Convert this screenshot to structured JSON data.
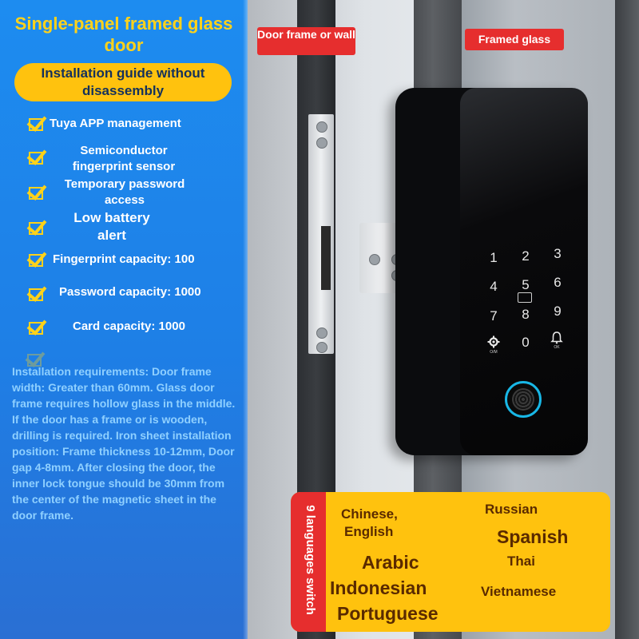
{
  "left": {
    "title": "Single-panel framed glass door",
    "guide": "Installation guide without disassembly",
    "features": [
      "Tuya APP management",
      "Semiconductor fingerprint sensor",
      "Temporary password access",
      "Low battery alert",
      "Fingerprint capacity: 100",
      "Password capacity: 1000",
      "Card capacity: 1000"
    ],
    "requirements": "Installation requirements: Door frame width: Greater than 60mm. Glass door frame requires hollow glass in the middle. If the door has a frame or is wooden, drilling is required. Iron sheet installation position: Frame thickness 10-12mm, Door gap 4-8mm. After closing the door, the inner lock tongue should be 30mm from the center of the magnetic sheet in the door frame."
  },
  "tags": {
    "door_frame": "Door frame or wall",
    "framed_glass": "Framed glass"
  },
  "keypad": {
    "keys": [
      "1",
      "2",
      "3",
      "4",
      "5",
      "6",
      "7",
      "8",
      "9",
      "0"
    ],
    "gear_icon": "gear-icon",
    "bell_icon": "bell-icon",
    "card_icon": "card-icon",
    "fingerprint_icon": "fingerprint-icon",
    "om_label": "O/M",
    "ok_label": "OK"
  },
  "languages": {
    "side_label": "9 languages switch",
    "items": [
      "Chinese,",
      "English",
      "Russian",
      "Spanish",
      "Thai",
      "Arabic",
      "Indonesian",
      "Vietnamese",
      "Portuguese"
    ]
  },
  "colors": {
    "accent_yellow": "#ffc20e",
    "title_yellow": "#ffd21a",
    "panel_blue": "#1e7fe6",
    "tag_red": "#e62e2e",
    "fingerprint_ring": "#18b7e6"
  }
}
